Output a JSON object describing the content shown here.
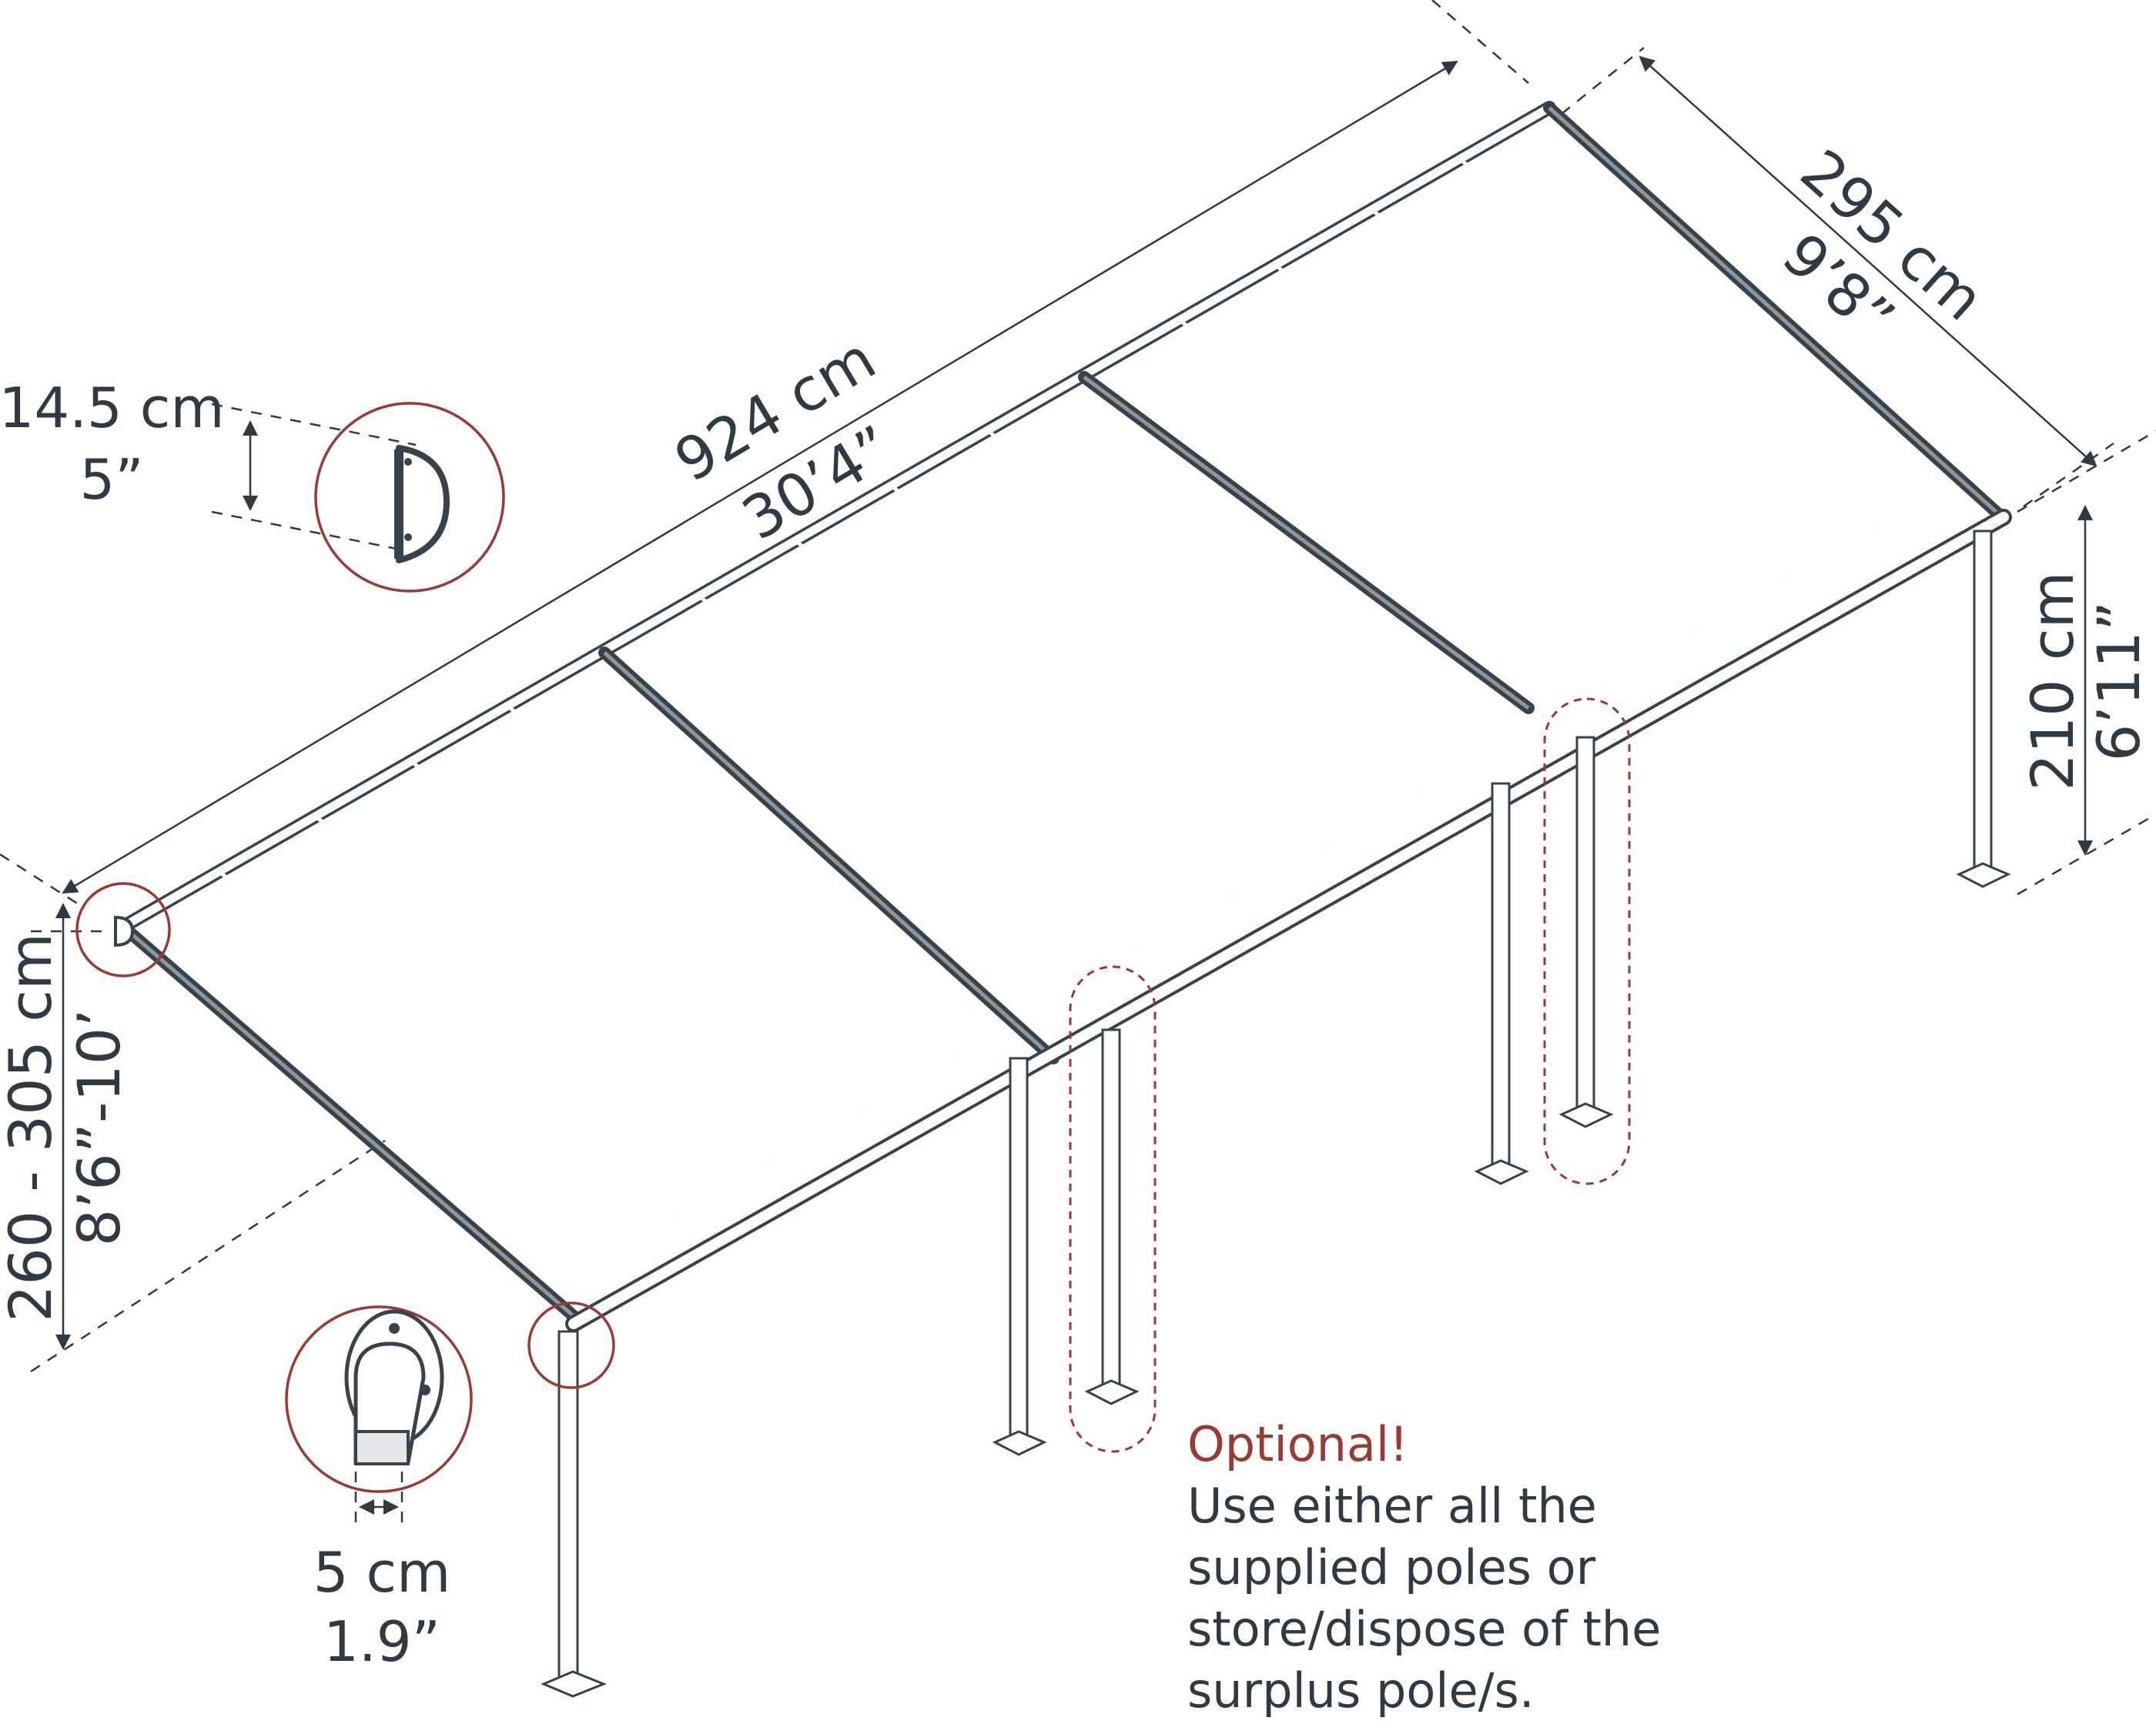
{
  "dimensions": {
    "length": {
      "metric": "924 cm",
      "imperial": "30’4”"
    },
    "width": {
      "metric": "295 cm",
      "imperial": "9’8”"
    },
    "front_height": {
      "metric": "260 - 305 cm",
      "imperial": "8’6”-10’"
    },
    "back_height": {
      "metric": "210 cm",
      "imperial": "6’11”"
    },
    "profile": {
      "metric": "14.5 cm",
      "imperial": "5”"
    },
    "pole": {
      "metric": "5 cm",
      "imperial": "1.9”"
    }
  },
  "note": {
    "heading": "Optional!",
    "lines": [
      "Use either all the",
      "supplied poles or",
      "store/dispose of the",
      "surplus pole/s."
    ]
  },
  "colors": {
    "ink": "#2e3a44",
    "accent": "#9a3a33"
  }
}
